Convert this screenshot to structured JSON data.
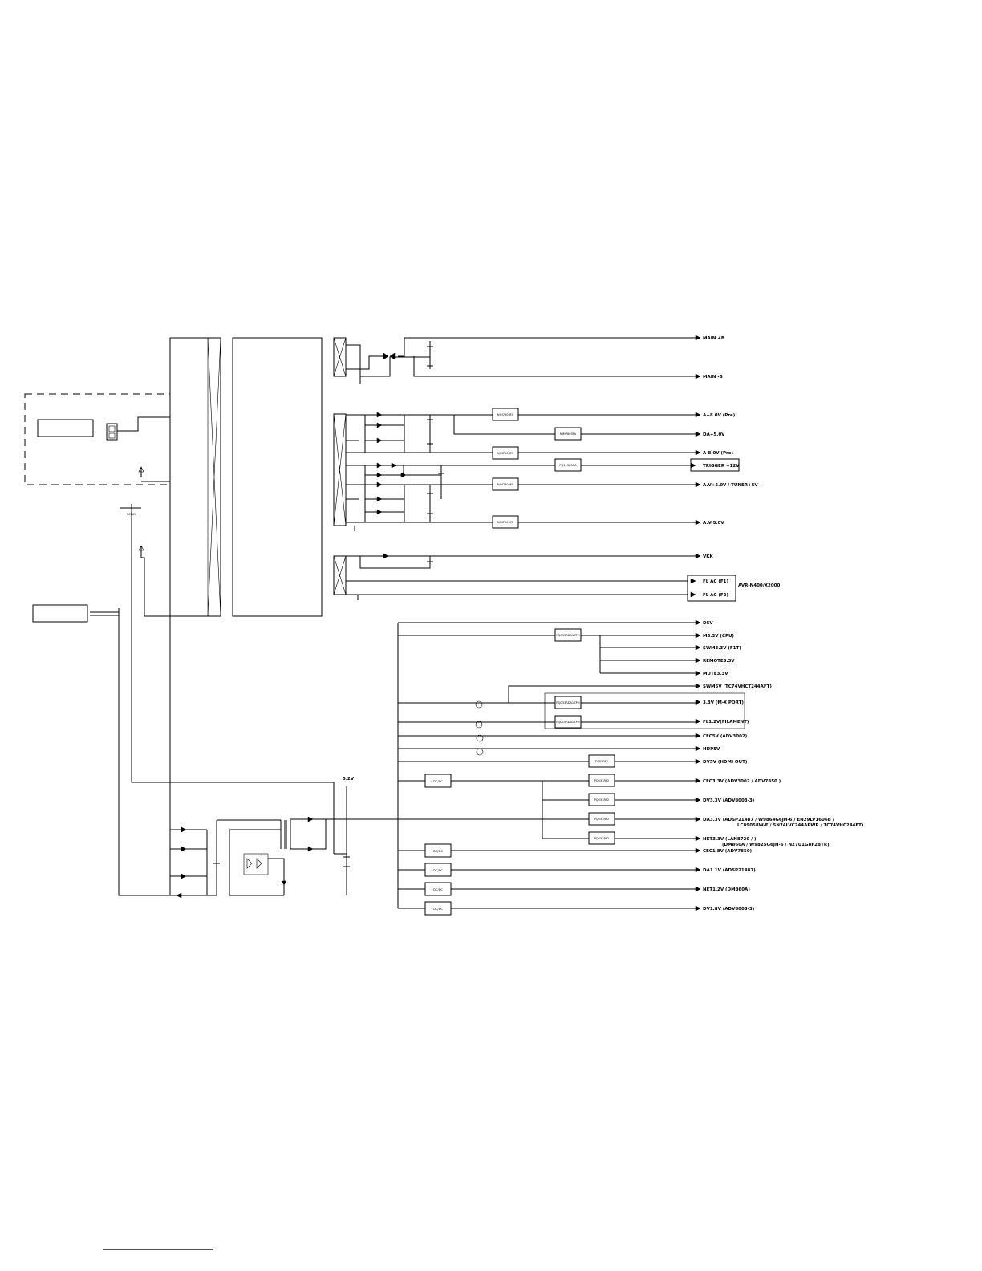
{
  "rails": {
    "main_pos": "MAIN +B",
    "main_neg": "MAIN -B",
    "a_pos": "A+8.0V (Pre)",
    "da": "DA+5.0V",
    "a_neg": "A-8.0V (Pre)",
    "trigger": "TRIGGER +12V",
    "av": "A.V+5.0V / TUNER+5V",
    "av_neg": "A.V-5.0V",
    "vkk": "VKK",
    "fl1": "FL AC (F1)",
    "fl2": "FL AC (F2)",
    "model_note": "AVR-N400/X2000",
    "d5v": "D5V",
    "m33": "M3.3V (CPU)",
    "swm33": "SWM3.3V (F1T)",
    "remote": "REMOTE3.3V",
    "mute": "MUTE3.3V",
    "swm5": "SWM5V (TC74VHCT244AFT)",
    "v33": "3.3V (M-X PORT)",
    "fl12": "FL1.2V(FILAMENT)",
    "cec5": "CEC5V (ADV3002)",
    "hdp": "HDP5V",
    "dv5": "DV5V (HDMI OUT)",
    "cec33": "CEC3.3V (ADV3002 / ADV7850 )",
    "dv33": "DV3.3V (ADV8003-3)",
    "da33_1": "DA3.3V (ADSP21487 / W9864G6JH-6 / EN29LV1606B /",
    "da33_2": "LC89058W-E / SN74LVC244APWR / TC74VHC244FT)",
    "net33_1": "NET3.3V (LAN8720 /                      )",
    "net33_2": "(DM860A / W9825G6JH-6 / N27U1G8F2BTR)",
    "cec18": "CEC1.8V (ADV7850)",
    "da11": "DA1.1V (ADSP21487)",
    "net12": "NET1.2V (DM860A)",
    "dv18": "DV1.8V (ADV8003-3)",
    "v52": "5.2V"
  },
  "ics": {
    "a8": "NJM7808FA",
    "da5": "NJM7805FA",
    "an8": "NJM7908FA",
    "trig": "PQ1L300AA",
    "av5": "NJM7805FA",
    "avn5": "NJM7905FA",
    "m33": "PQ033RDA1ZPH",
    "v33": "PQ033RDA1ZPH",
    "fl12": "PQ015RDA1ZPH",
    "dv5": "PQ05RF2",
    "cec33": "PQ033RF2",
    "dv33": "PQ033RF2",
    "da33": "PQ033RF2",
    "net33": "PQ033RF2",
    "dcdc1": "DC/DC",
    "dcdc2": "DC/DC",
    "dcdc3": "DC/DC",
    "dcdc4": "DC/DC",
    "dcdc5": "DC/DC",
    "relay": "RELAY"
  }
}
